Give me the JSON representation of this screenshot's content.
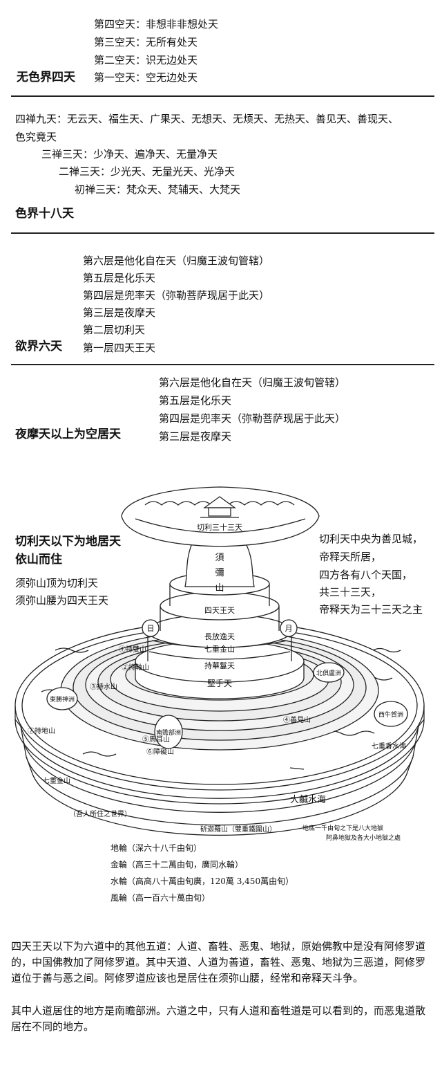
{
  "sections": {
    "formless": {
      "lines": [
        "第四空天：非想非非想处天",
        "第三空天：无所有处天",
        "第二空天：识无边处天",
        "第一空天：空无边处天"
      ],
      "heading": "无色界四天"
    },
    "form": {
      "lines": [
        "四禅九天：无云天、福生天、广果天、无想天、无烦天、无热天、善见天、善现天、",
        "色究竟天",
        "三禅三天：少净天、遍净天、无量净天",
        "二禅三天：少光天、无量光天、光净天",
        "初禅三天：梵众天、梵辅天、大梵天"
      ],
      "heading": "色界十八天"
    },
    "desire": {
      "lines": [
        "第六层是他化自在天（归魔王波旬管辖）",
        "第五层是化乐天",
        "第四层是兜率天（弥勒菩萨现居于此天）",
        "第三层是夜摩天",
        "第二层切利天",
        "第一层四天王天"
      ],
      "heading": "欲界六天"
    },
    "sky": {
      "lines": [
        "第六层是他化自在天（归魔王波旬管辖）",
        "第五层是化乐天",
        "第四层是兜率天（弥勒菩萨现居于此天）",
        "第三层是夜摩天"
      ],
      "heading": "夜摩天以上为空居天"
    }
  },
  "illustration": {
    "left_heading_1": "切利天以下为地居天",
    "left_heading_2": "依山而住",
    "left_lines": [
      "须弥山顶为切利天",
      "须弥山腰为四天王天"
    ],
    "right_lines": [
      "切利天中央为善见城，",
      "帝释天所居，",
      "四方各有八个天国，",
      "共三十三天，",
      "帝释天为三十三天之主"
    ],
    "labels": {
      "top": "切利三十三天",
      "xu": "須",
      "mi": "彌",
      "shan": "山",
      "sitianwang": "四天王天",
      "changfang": "長放逸天",
      "qichongjin": "七重金山",
      "chihuaman": "持華鬘天",
      "jianshou": "堅手天",
      "sun": "日",
      "moon": "月",
      "chishuang": "①持雙山",
      "chizhou": "②持軸山",
      "chishui": "③持水山",
      "shanjian": "④善見山",
      "mawu": "⑤馬耳山",
      "zhangai": "⑥障礙山",
      "chidi": "⑦持地山",
      "dongsheng": "東勝神洲",
      "beijulu": "北俱盧洲",
      "xiniu": "西牛賀洲",
      "nanzhan": "南贍部洲",
      "qichongxiangshui": "七重香水海",
      "qichongjinshan_out": "七重金山",
      "dahaishui": "大鹹水海",
      "womensuozhu": "（吾人所住之世界）",
      "tieweishan": "斫迦羅山（雙重鐵圍山）",
      "hell_1": "地底一千由旬之下是八大地獄",
      "hell_2": "阿鼻地獄及各大小地獄之處",
      "dilun": "地輪（深六十八千由旬）",
      "jinlun": "金輪（高三十二萬由旬，廣同水輪）",
      "shuilun": "水輪（高高八十萬由旬廣，120萬 3,450萬由旬）",
      "fenglun": "風輪（高一百六十萬由旬）"
    }
  },
  "bottom": {
    "paragraph_1": "四天王天以下为六道中的其他五道：人道、畜牲、恶鬼、地狱，原始佛教中是没有阿修罗道的，中国佛教加了阿修罗道。其中天道、人道为善道，畜牲、恶鬼、地狱为三恶道，阿修罗道位于善与恶之间。阿修罗道应该也是居住在须弥山腰，经常和帝释天斗争。",
    "paragraph_2": "其中人道居住的地方是南瞻部洲。六道之中，只有人道和畜牲道是可以看到的，而恶鬼道散居在不同的地方。"
  }
}
